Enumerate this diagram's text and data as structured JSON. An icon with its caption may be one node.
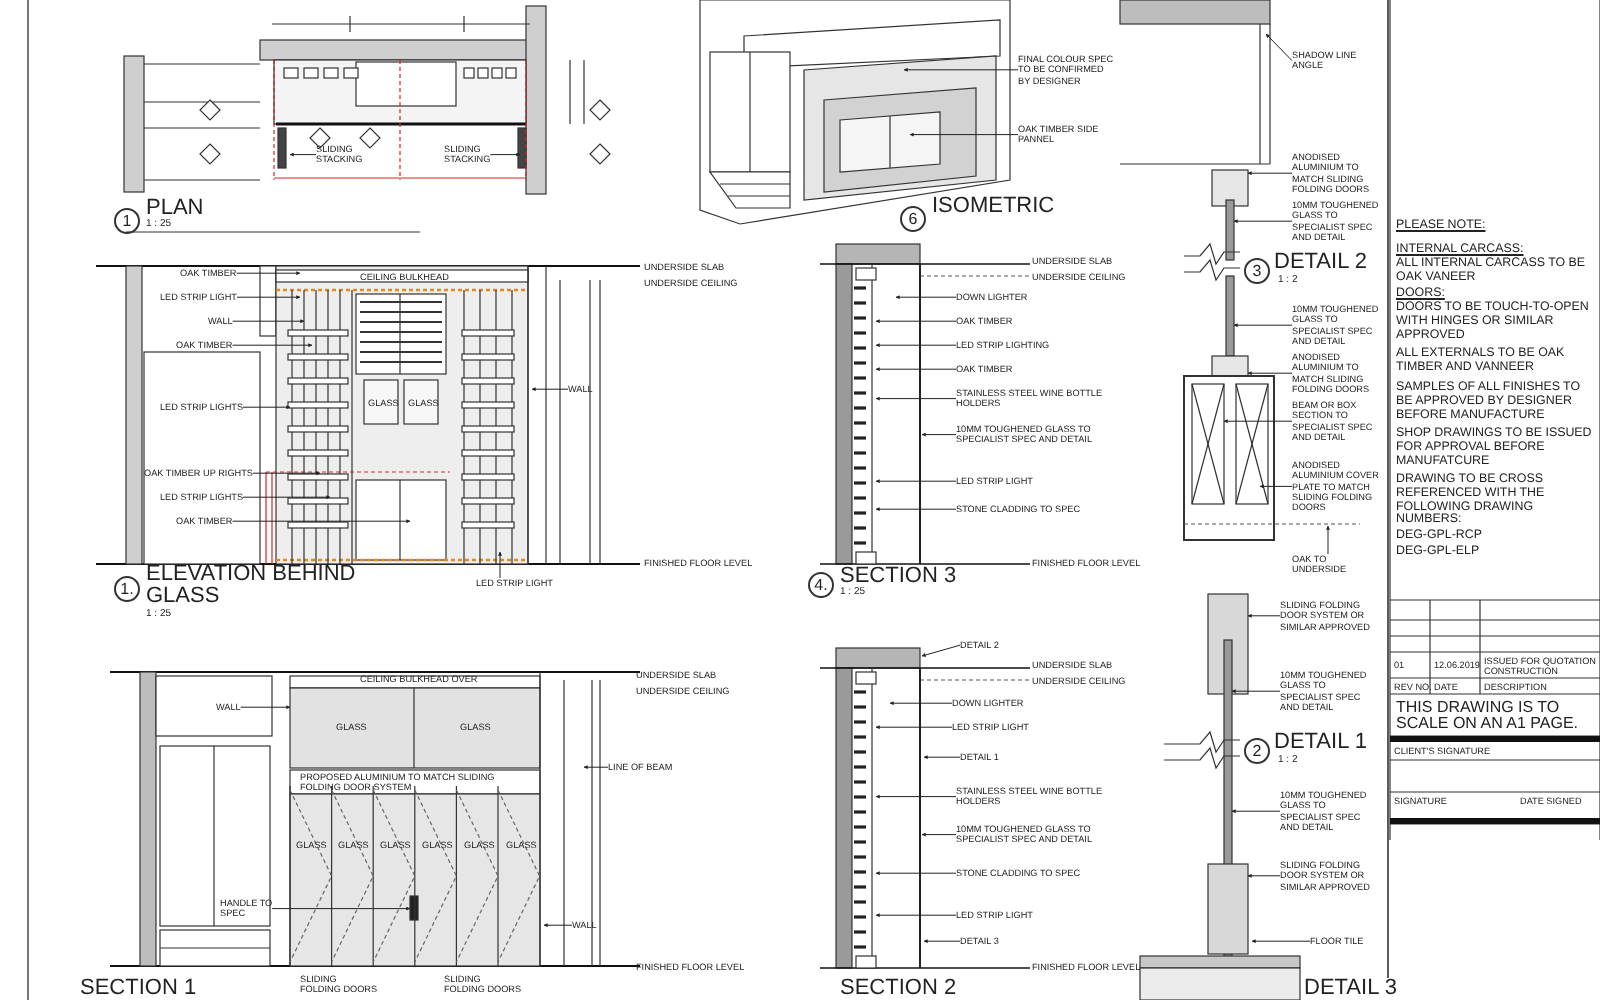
{
  "diagram": {
    "nodes": [
      {
        "text": [
          "SLIDING STACKING"
        ]
      },
      {
        "text": [
          "SLIDING STACKING"
        ]
      },
      {
        "text": [
          "OAK TIMBER"
        ]
      },
      {
        "text": [
          "LED STRIP LIGHT"
        ]
      },
      {
        "text": [
          "WALL"
        ]
      },
      {
        "text": [
          "OAK TIMBER"
        ]
      },
      {
        "text": [
          "LED STRIP LIGHTS"
        ]
      },
      {
        "text": [
          "OAK TIMBER UP RIGHTS"
        ]
      },
      {
        "text": [
          "LED STRIP LIGHTS"
        ]
      },
      {
        "text": [
          "OAK TIMBER"
        ]
      },
      {
        "text": [
          "LED STRIP LIGHT"
        ]
      },
      {
        "text": [
          "WALL"
        ]
      },
      {
        "text": [
          "WALL"
        ]
      },
      {
        "text": [
          "HANDLE TO SPEC"
        ]
      },
      {
        "text": [
          "LINE OF BEAM"
        ]
      },
      {
        "text": [
          "WALL"
        ]
      },
      {
        "text": [
          "FINAL COLOUR SPEC TO BE CONFIRMED BY DESIGNER"
        ]
      },
      {
        "text": [
          "OAK TIMBER SIDE PANNEL"
        ]
      },
      {
        "text": [
          "DOWN LIGHTER"
        ]
      },
      {
        "text": [
          "OAK TIMBER"
        ]
      },
      {
        "text": [
          "LED STRIP LIGHTING"
        ]
      },
      {
        "text": [
          "OAK TIMBER"
        ]
      },
      {
        "text": [
          "STAINLESS STEEL WINE BOTTLE HOLDERS"
        ]
      },
      {
        "text": [
          "10MM TOUGHENED GLASS TO SPECIALIST SPEC AND DETAIL"
        ]
      },
      {
        "text": [
          "LED STRIP LIGHT"
        ]
      },
      {
        "text": [
          "STONE CLADDING TO SPEC"
        ]
      },
      {
        "text": [
          "DETAIL 2"
        ]
      },
      {
        "text": [
          "DOWN LIGHTER"
        ]
      },
      {
        "text": [
          "LED STRIP LIGHT"
        ]
      },
      {
        "text": [
          "DETAIL 1"
        ]
      },
      {
        "text": [
          "STAINLESS STEEL WINE BOTTLE HOLDERS"
        ]
      },
      {
        "text": [
          "10MM TOUGHENED GLASS TO SPECIALIST SPEC AND DETAIL"
        ]
      },
      {
        "text": [
          "STONE CLADDING TO SPEC"
        ]
      },
      {
        "text": [
          "LED STRIP LIGHT"
        ]
      },
      {
        "text": [
          "DETAIL 3"
        ]
      },
      {
        "text": [
          "SHADOW LINE ANGLE"
        ]
      },
      {
        "text": [
          "ANODISED ALUMINIUM TO MATCH SLIDING FOLDING DOORS"
        ]
      },
      {
        "text": [
          "10MM TOUGHENED GLASS TO SPECIALIST SPEC AND DETAIL"
        ]
      },
      {
        "text": [
          "10MM TOUGHENED GLASS TO SPECIALIST SPEC AND DETAIL"
        ]
      },
      {
        "text": [
          "ANODISED ALUMINIUM TO MATCH SLIDING FOLDING DOORS"
        ]
      },
      {
        "text": [
          "BEAM OR BOX SECTION TO SPECIALIST SPEC AND DETAIL"
        ]
      },
      {
        "text": [
          "ANODISED ALUMINIUM COVER PLATE TO MATCH SLIDING FOLDING DOORS"
        ]
      },
      {
        "text": [
          "OAK TO UNDERSIDE"
        ]
      },
      {
        "text": [
          "SLIDING FOLDING DOOR SYSTEM OR SIMILAR APPROVED"
        ]
      },
      {
        "text": [
          "10MM TOUGHENED GLASS TO SPECIALIST SPEC AND DETAIL"
        ]
      },
      {
        "text": [
          "10MM TOUGHENED GLASS TO SPECIALIST SPEC AND DETAIL"
        ]
      },
      {
        "text": [
          "SLIDING FOLDING DOOR SYSTEM OR SIMILAR APPROVED"
        ]
      },
      {
        "text": [
          "FLOOR TILE"
        ]
      }
    ],
    "edges": [
      {
        "from": 0,
        "to": null,
        "arrow": "to"
      },
      {
        "from": 1,
        "to": null,
        "arrow": "to"
      },
      {
        "from": 2,
        "to": null,
        "arrow": "to"
      },
      {
        "from": 3,
        "to": null,
        "arrow": "to"
      },
      {
        "from": 4,
        "to": null,
        "arrow": "to"
      },
      {
        "from": 5,
        "to": null,
        "arrow": "to"
      },
      {
        "from": 6,
        "to": null,
        "arrow": "to"
      },
      {
        "from": 7,
        "to": null,
        "arrow": "to"
      },
      {
        "from": 8,
        "to": null,
        "arrow": "to"
      },
      {
        "from": 9,
        "to": null,
        "arrow": "to"
      },
      {
        "from": 10,
        "to": null,
        "arrow": "to"
      },
      {
        "from": 11,
        "to": null,
        "arrow": "to"
      },
      {
        "from": 12,
        "to": null,
        "arrow": "to"
      },
      {
        "from": 13,
        "to": null,
        "arrow": "to"
      },
      {
        "from": 14,
        "to": null,
        "arrow": "to"
      },
      {
        "from": 15,
        "to": null,
        "arrow": "to"
      },
      {
        "from": 16,
        "to": null,
        "arrow": "to"
      },
      {
        "from": 17,
        "to": null,
        "arrow": "to"
      },
      {
        "from": 18,
        "to": null,
        "arrow": "to"
      },
      {
        "from": 19,
        "to": null,
        "arrow": "to"
      },
      {
        "from": 20,
        "to": null,
        "arrow": "to"
      },
      {
        "from": 21,
        "to": null,
        "arrow": "to"
      },
      {
        "from": 22,
        "to": null,
        "arrow": "to"
      },
      {
        "from": 23,
        "to": null,
        "arrow": "to"
      },
      {
        "from": 24,
        "to": null,
        "arrow": "to"
      },
      {
        "from": 25,
        "to": null,
        "arrow": "to"
      },
      {
        "from": 26,
        "to": null,
        "arrow": "to"
      },
      {
        "from": 27,
        "to": null,
        "arrow": "to"
      },
      {
        "from": 28,
        "to": null,
        "arrow": "to"
      },
      {
        "from": 29,
        "to": null,
        "arrow": "to"
      },
      {
        "from": 30,
        "to": null,
        "arrow": "to"
      },
      {
        "from": 31,
        "to": null,
        "arrow": "to"
      },
      {
        "from": 32,
        "to": null,
        "arrow": "to"
      },
      {
        "from": 33,
        "to": null,
        "arrow": "to"
      },
      {
        "from": 34,
        "to": null,
        "arrow": "to"
      },
      {
        "from": 35,
        "to": null,
        "arrow": "to"
      },
      {
        "from": 36,
        "to": null,
        "arrow": "to"
      },
      {
        "from": 37,
        "to": null,
        "arrow": "to"
      },
      {
        "from": 38,
        "to": null,
        "arrow": "to"
      },
      {
        "from": 39,
        "to": null,
        "arrow": "to"
      },
      {
        "from": 40,
        "to": null,
        "arrow": "to"
      },
      {
        "from": 41,
        "to": null,
        "arrow": "to"
      },
      {
        "from": 42,
        "to": null,
        "arrow": "to"
      },
      {
        "from": 43,
        "to": null,
        "arrow": "to"
      },
      {
        "from": 44,
        "to": null,
        "arrow": "to"
      },
      {
        "from": 45,
        "to": null,
        "arrow": "to"
      },
      {
        "from": 46,
        "to": null,
        "arrow": "to"
      },
      {
        "from": 47,
        "to": null,
        "arrow": "to"
      }
    ],
    "labels": [
      "1",
      "PLAN",
      "1 : 25",
      "CEILING BULKHEAD",
      "GLASS",
      "GLASS",
      "UNDERSIDE SLAB",
      "UNDERSIDE CEILING",
      "FINISHED FLOOR LEVEL",
      "1.",
      "ELEVATION BEHIND GLASS",
      "1 : 25",
      "CEILING BULKHEAD OVER",
      "GLASS",
      "GLASS",
      "PROPOSED ALUMINIUM TO MATCH SLIDING FOLDING DOOR SYSTEM",
      "GLASS",
      "GLASS",
      "GLASS",
      "GLASS",
      "GLASS",
      "GLASS",
      "UNDERSIDE SLAB",
      "UNDERSIDE CEILING",
      "FINISHED FLOOR LEVEL",
      "SECTION 1",
      "SLIDING FOLDING DOORS",
      "SLIDING FOLDING DOORS",
      "6",
      "ISOMETRIC",
      "UNDERSIDE SLAB",
      "UNDERSIDE CEILING",
      "FINISHED FLOOR LEVEL",
      "4.",
      "SECTION 3",
      "1 : 25",
      "UNDERSIDE SLAB",
      "UNDERSIDE CEILING",
      "FINISHED FLOOR LEVEL",
      "SECTION 2",
      "3",
      "DETAIL 2",
      "1 : 2",
      "2",
      "DETAIL 1",
      "1 : 2",
      "DETAIL 3",
      "PLEASE NOTE:",
      "INTERNAL CARCASS:",
      "ALL INTERNAL CARCASS TO BE OAK VANEER",
      "DOORS:",
      "DOORS TO BE TOUCH-TO-OPEN WITH HINGES OR SIMILAR APPROVED",
      "ALL EXTERNALS TO BE OAK TIMBER AND VANNEER",
      "SAMPLES OF ALL FINISHES TO BE APPROVED BY DESIGNER BEFORE MANUFACTURE",
      "SHOP DRAWINGS TO BE ISSUED FOR APPROVAL BEFORE MANUFATCURE",
      "DRAWING TO BE CROSS REFERENCED WITH THE FOLLOWING DRAWING NUMBERS:",
      "DEG-GPL-RCP",
      "DEG-GPL-ELP",
      "01",
      "12.06.2019",
      "ISSUED FOR QUOTATION CONSTRUCTION",
      "REV NO.",
      "DATE",
      "DESCRIPTION",
      "THIS DRAWING IS TO SCALE ON AN A1 PAGE.",
      "CLIENT'S SIGNATURE",
      "SIGNATURE",
      "DATE SIGNED"
    ]
  }
}
